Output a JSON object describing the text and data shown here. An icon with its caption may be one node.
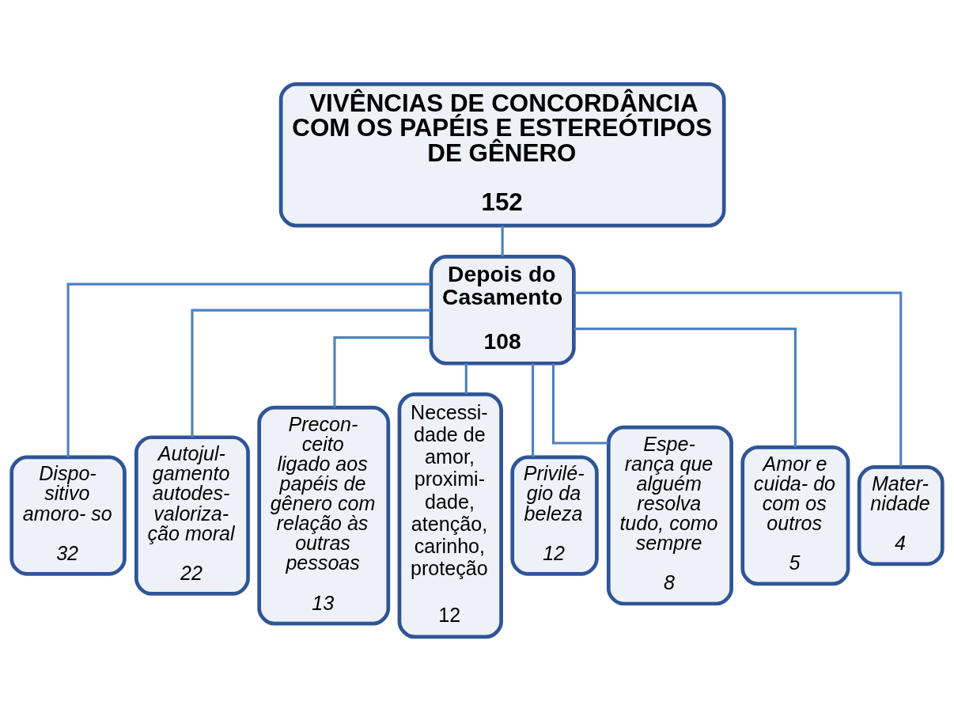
{
  "diagram": {
    "nodes": [
      {
        "text": [
          "VIVÊNCIAS DE CONCORDÂNCIA COM OS PAPÉIS E ESTEREÓTIPOS DE GÊNERO",
          "152"
        ]
      },
      {
        "text": [
          "Depois do Casamento",
          "108"
        ]
      },
      {
        "text": [
          "Dispo- sitivo amoro- so",
          "32"
        ]
      },
      {
        "text": [
          "Autojul- gamento autodes- valoriza- ção moral",
          "22"
        ]
      },
      {
        "text": [
          "Precon- ceito ligado aos papéis de gênero com relação às outras pessoas",
          "13"
        ]
      },
      {
        "text": [
          "Necessi- dade de amor, proximi- dade, atenção, carinho, proteção",
          "12"
        ]
      },
      {
        "text": [
          "Privilé- gio da beleza",
          "12"
        ]
      },
      {
        "text": [
          "Espe- rança que alguém resolva tudo, como sempre",
          "8"
        ]
      },
      {
        "text": [
          "Amor e cuida- do com os outros",
          "5"
        ]
      },
      {
        "text": [
          "Mater- nidade",
          "4"
        ]
      }
    ],
    "edges": [
      {
        "from": 0,
        "to": 1,
        "arrow": "none"
      },
      {
        "from": 1,
        "to": 2,
        "arrow": "none"
      },
      {
        "from": 1,
        "to": 3,
        "arrow": "none"
      },
      {
        "from": 1,
        "to": 4,
        "arrow": "none"
      },
      {
        "from": 1,
        "to": 5,
        "arrow": "none"
      },
      {
        "from": 1,
        "to": 6,
        "arrow": "none"
      },
      {
        "from": 1,
        "to": 7,
        "arrow": "none"
      },
      {
        "from": 1,
        "to": 8,
        "arrow": "none"
      },
      {
        "from": 1,
        "to": 9,
        "arrow": "none"
      }
    ]
  }
}
